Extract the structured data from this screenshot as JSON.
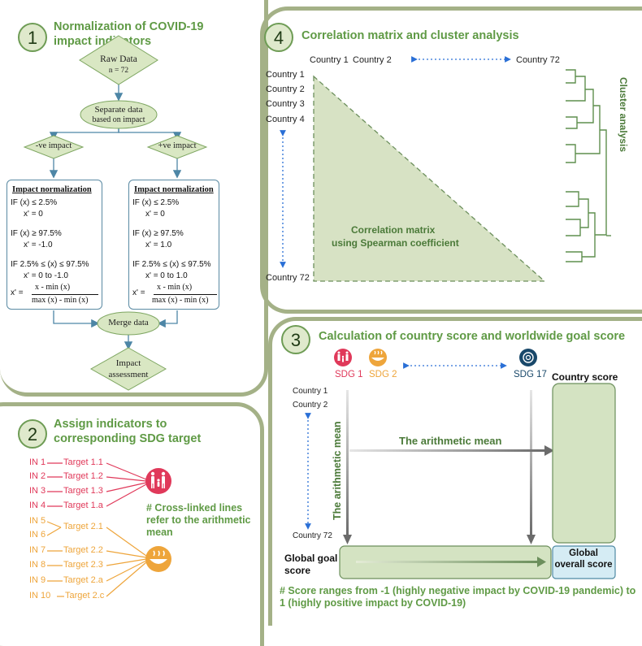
{
  "panel1": {
    "number": "1",
    "title": "Normalization of COVID-19 impact indicators",
    "raw_data": "Raw Data",
    "raw_n": "n = 72",
    "separate": "Separate data",
    "separate_sub": "based on impact",
    "neg": "-ve impact",
    "pos": "+ve impact",
    "neg_box": {
      "title": "Impact normalization",
      "l1": "IF (x) ≤ 2.5%",
      "l2": "x' = 0",
      "l3": "IF (x) ≥ 97.5%",
      "l4": "x' = -1.0",
      "l5": "IF 2.5% ≤ (x) ≤ 97.5%",
      "l6": "x' = 0 to -1.0",
      "f_lhs": "x' =",
      "f_num": "x - min (x)",
      "f_den": "max (x) - min (x)"
    },
    "pos_box": {
      "title": "Impact normalization",
      "l1": "IF (x) ≤ 2.5%",
      "l2": "x' = 0",
      "l3": "IF (x) ≥ 97.5%",
      "l4": "x' = 1.0",
      "l5": "IF 2.5% ≤ (x) ≤ 97.5%",
      "l6": "x' = 0 to 1.0",
      "f_lhs": "x' =",
      "f_num": "x - min (x)",
      "f_den": "max (x) - min (x)"
    },
    "merge": "Merge data",
    "impact1": "Impact",
    "impact2": "assessment"
  },
  "panel2": {
    "number": "2",
    "title": "Assign indicators to corresponding SDG target",
    "red_rows": [
      {
        "in": "IN 1",
        "target": "Target 1.1"
      },
      {
        "in": "IN 2",
        "target": "Target 1.2"
      },
      {
        "in": "IN 3",
        "target": "Target 1.3"
      },
      {
        "in": "IN 4",
        "target": "Target 1.a"
      }
    ],
    "in5": "IN 5",
    "in6": "IN 6",
    "t21": "Target 2.1",
    "orange_rows": [
      {
        "in": "IN 7",
        "target": "Target 2.2"
      },
      {
        "in": "IN 8",
        "target": "Target 2.3"
      },
      {
        "in": "IN 9",
        "target": "Target 2.a"
      },
      {
        "in": "IN 10",
        "target": "Target 2.c"
      }
    ],
    "note": "# Cross-linked lines refer to the arithmetic mean",
    "colors": {
      "sdg1": "#e0395a",
      "sdg2": "#eea53b"
    }
  },
  "panel3": {
    "number": "3",
    "title": "Calculation of country score and worldwide goal score",
    "sdg1": "SDG 1",
    "sdg2": "SDG 2",
    "sdg17": "SDG 17",
    "country1": "Country 1",
    "country2": "Country 2",
    "country72": "Country 72",
    "vertical_mean": "The arithmetic mean",
    "horizontal_mean": "The arithmetic mean",
    "country_score": "Country score",
    "global_goal": "Global goal score",
    "global_overall": "Global overall score",
    "note": "# Score ranges from -1 (highly negative impact by COVID-19 pandemic) to 1 (highly positive impact by COVID-19)",
    "colors": {
      "sdg17": "#19486a"
    }
  },
  "panel4": {
    "number": "4",
    "title": "Correlation matrix and cluster analysis",
    "top_c1": "Country 1",
    "top_c2": "Country 2",
    "top_c72": "Country 72",
    "rows": [
      "Country 1",
      "Country 2",
      "Country 3",
      "Country 4"
    ],
    "row72": "Country 72",
    "matrix_label1": "Correlation matrix",
    "matrix_label2": "using Spearman coefficient",
    "cluster": "Cluster analysis"
  }
}
